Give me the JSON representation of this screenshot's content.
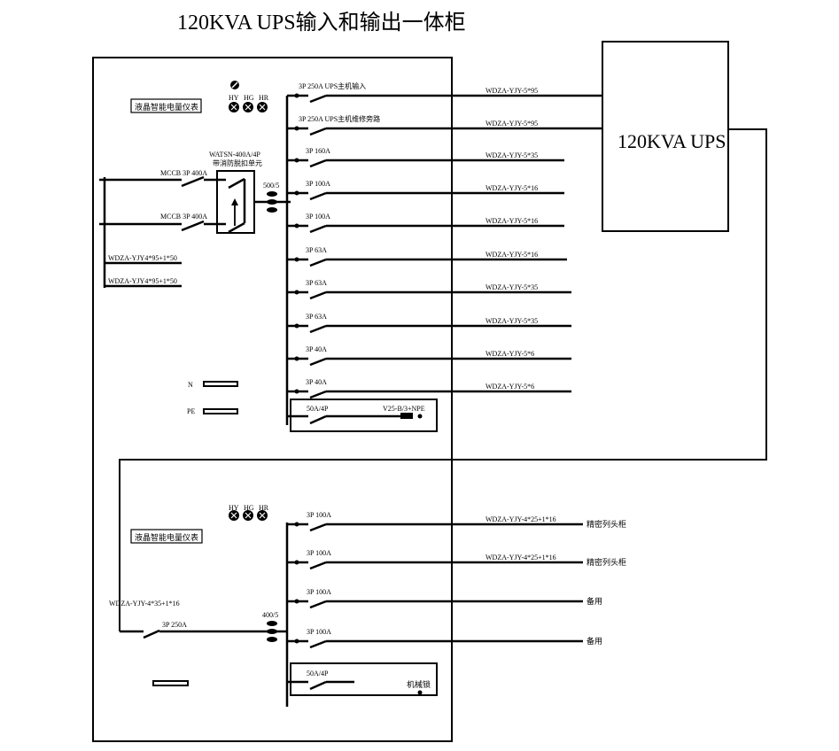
{
  "title": "120KVA UPS输入和输出一体柜",
  "ups": {
    "label": "120KVA UPS"
  },
  "upper_panel": {
    "meter_label": "液晶智能电量仪表",
    "indicators": [
      "HY",
      "HG",
      "HR"
    ],
    "incoming": [
      {
        "breaker": "MCCB 3P 400A"
      },
      {
        "breaker": "MCCB 3P 400A"
      }
    ],
    "incoming_cables": [
      "WDZA-YJY4*95+1*50",
      "WDZA-YJY4*95+1*50"
    ],
    "ats": {
      "model": "WATSN-400A/4P",
      "desc": "带消防脱扣单元"
    },
    "ct_ratio": "500/5",
    "busbars": {
      "n": "N",
      "pe": "PE"
    },
    "feeders": [
      {
        "breaker": "3P 250A UPS主机输入",
        "cable": "WDZA-YJY-5*95"
      },
      {
        "breaker": "3P 250A UPS主机维修旁路",
        "cable": "WDZA-YJY-5*95"
      },
      {
        "breaker": "3P 160A",
        "cable": "WDZA-YJY-5*35"
      },
      {
        "breaker": "3P 100A",
        "cable": "WDZA-YJY-5*16"
      },
      {
        "breaker": "3P 100A",
        "cable": "WDZA-YJY-5*16"
      },
      {
        "breaker": "3P 63A",
        "cable": "WDZA-YJY-5*16"
      },
      {
        "breaker": "3P 63A",
        "cable": "WDZA-YJY-5*35"
      },
      {
        "breaker": "3P 63A",
        "cable": "WDZA-YJY-5*35"
      },
      {
        "breaker": "3P 40A",
        "cable": "WDZA-YJY-5*6"
      },
      {
        "breaker": "3P 40A",
        "cable": "WDZA-YJY-5*6"
      }
    ],
    "spd": {
      "breaker": "50A/4P",
      "model": "V25-B/3+NPE"
    }
  },
  "lower_panel": {
    "meter_label": "液晶智能电量仪表",
    "indicators": [
      "HY",
      "HG",
      "HR"
    ],
    "incoming_cable": "WDZA-YJY-4*35+1*16",
    "incoming_breaker": "3P 250A",
    "ct_ratio": "400/5",
    "feeders": [
      {
        "breaker": "3P 100A",
        "cable": "WDZA-YJY-4*25+1*16",
        "dest": "精密列头柜"
      },
      {
        "breaker": "3P 100A",
        "cable": "WDZA-YJY-4*25+1*16",
        "dest": "精密列头柜"
      },
      {
        "breaker": "3P 100A",
        "cable": "",
        "dest": "备用"
      },
      {
        "breaker": "3P 100A",
        "cable": "",
        "dest": "备用"
      }
    ],
    "lock": {
      "breaker": "50A/4P",
      "label": "机械锁"
    }
  }
}
